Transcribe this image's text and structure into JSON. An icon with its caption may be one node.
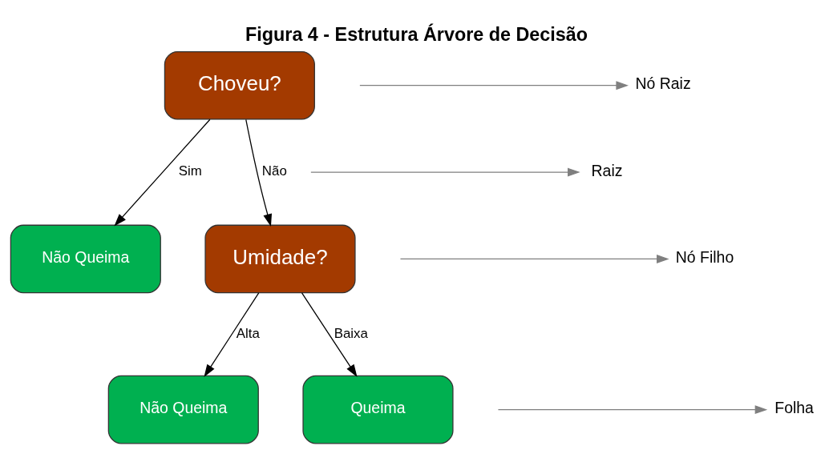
{
  "diagram": {
    "title": "Figura 4 - Estrutura Árvore de Decisão",
    "nodes": [
      {
        "text": [
          "Choveu?"
        ]
      },
      {
        "text": [
          "Não Queima"
        ]
      },
      {
        "text": [
          "Umidade?"
        ]
      },
      {
        "text": [
          "Não Queima"
        ]
      },
      {
        "text": [
          "Queima"
        ]
      },
      {
        "text": [
          "Nó Raiz"
        ]
      },
      {
        "text": [
          "Raiz"
        ]
      },
      {
        "text": [
          "Nó Filho"
        ]
      },
      {
        "text": [
          "Folha"
        ]
      }
    ],
    "edges": [
      {
        "from": 0,
        "to": 1,
        "arrow": "to",
        "label": "Sim"
      },
      {
        "from": 0,
        "to": 2,
        "arrow": "to",
        "label": "Não"
      },
      {
        "from": 2,
        "to": 3,
        "arrow": "to",
        "label": "Alta"
      },
      {
        "from": 2,
        "to": 4,
        "arrow": "to",
        "label": "Baixa"
      },
      {
        "from": null,
        "to": 5,
        "arrow": "to",
        "color": "#7f7f7f"
      },
      {
        "from": null,
        "to": 6,
        "arrow": "to",
        "color": "#7f7f7f"
      },
      {
        "from": null,
        "to": 7,
        "arrow": "to",
        "color": "#7f7f7f"
      },
      {
        "from": null,
        "to": 8,
        "arrow": "to",
        "color": "#7f7f7f"
      }
    ]
  }
}
